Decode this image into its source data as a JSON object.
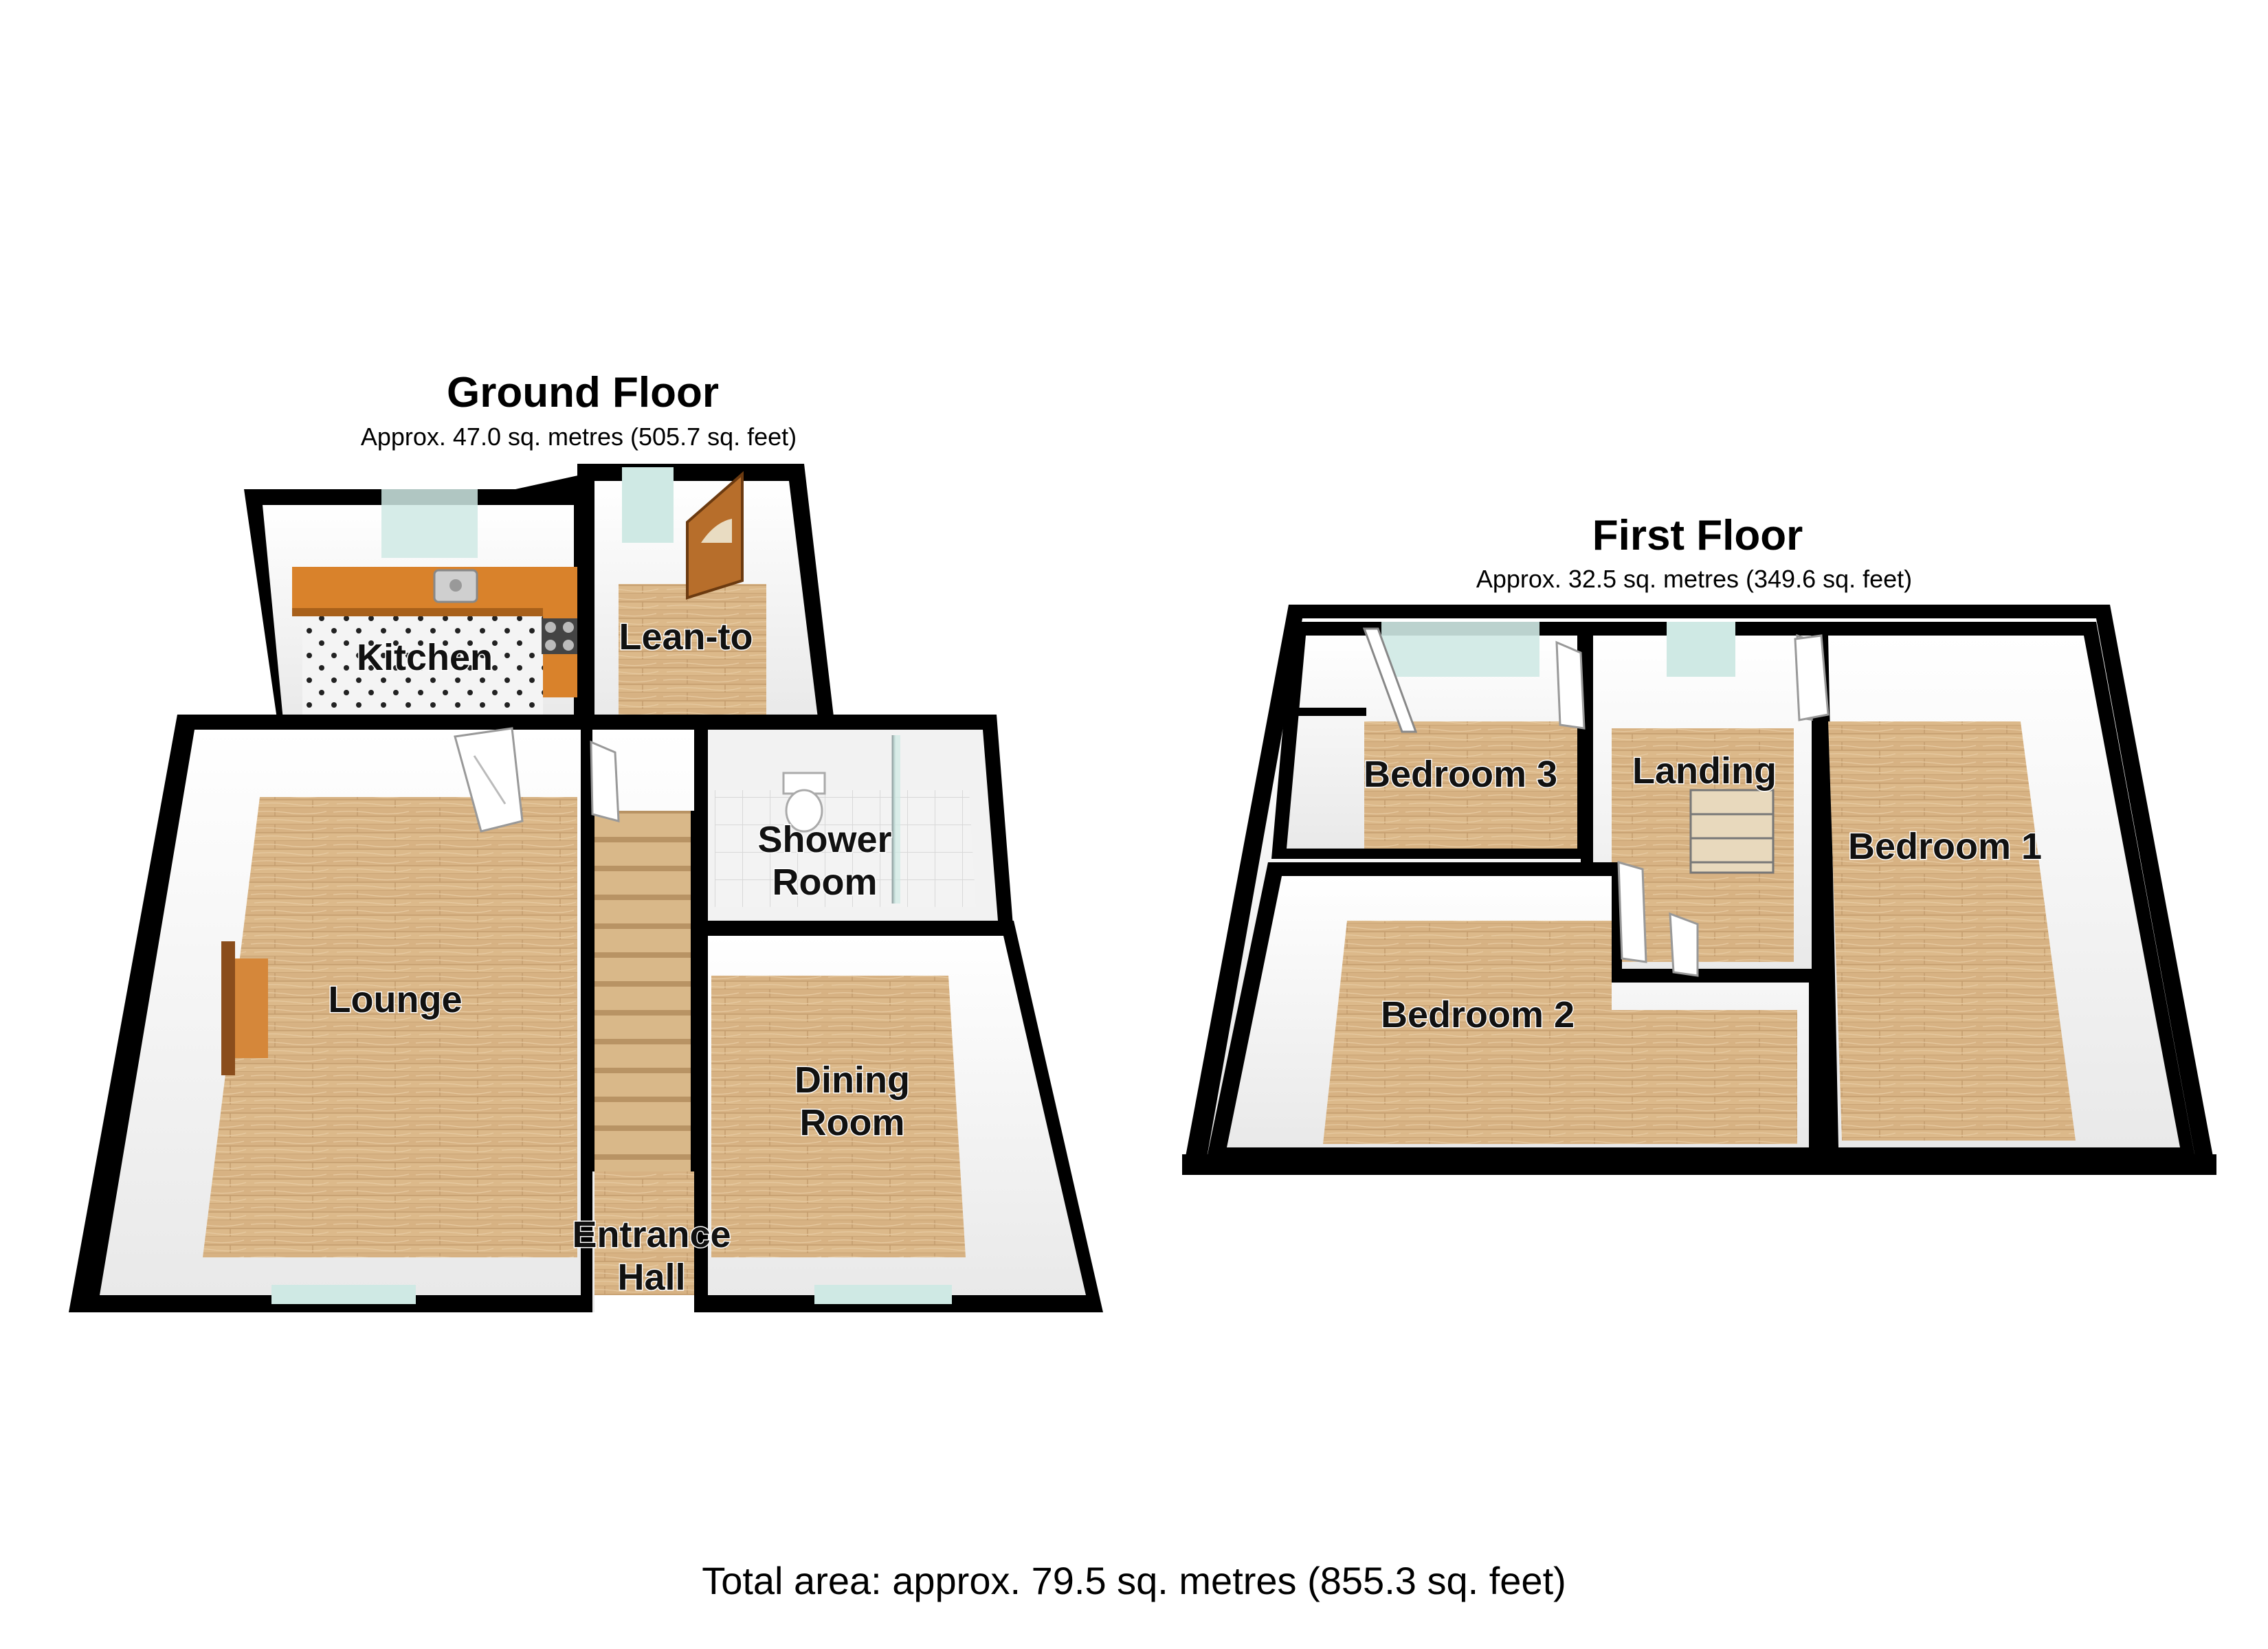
{
  "ground_floor": {
    "title": "Ground Floor",
    "area": "Approx. 47.0 sq. metres (505.7 sq. feet)",
    "rooms": {
      "kitchen": "Kitchen",
      "lean_to": "Lean-to",
      "lounge": "Lounge",
      "shower_room_1": "Shower",
      "shower_room_2": "Room",
      "dining_room_1": "Dining",
      "dining_room_2": "Room",
      "entrance_hall_1": "Entrance",
      "entrance_hall_2": "Hall"
    }
  },
  "first_floor": {
    "title": "First Floor",
    "area": "Approx. 32.5 sq. metres (349.6 sq. feet)",
    "rooms": {
      "bedroom_3": "Bedroom 3",
      "landing": "Landing",
      "bedroom_1": "Bedroom 1",
      "bedroom_2": "Bedroom 2"
    }
  },
  "total_area": "Total area: approx. 79.5 sq. metres (855.3 sq. feet)",
  "colors": {
    "wall": "#000000",
    "wood_floor": "#dcb98a",
    "tile_floor": "#f3f3f3",
    "worktop": "#d9822b",
    "window": "#cfe9e4",
    "inner_wall": "#f2f2f2"
  }
}
